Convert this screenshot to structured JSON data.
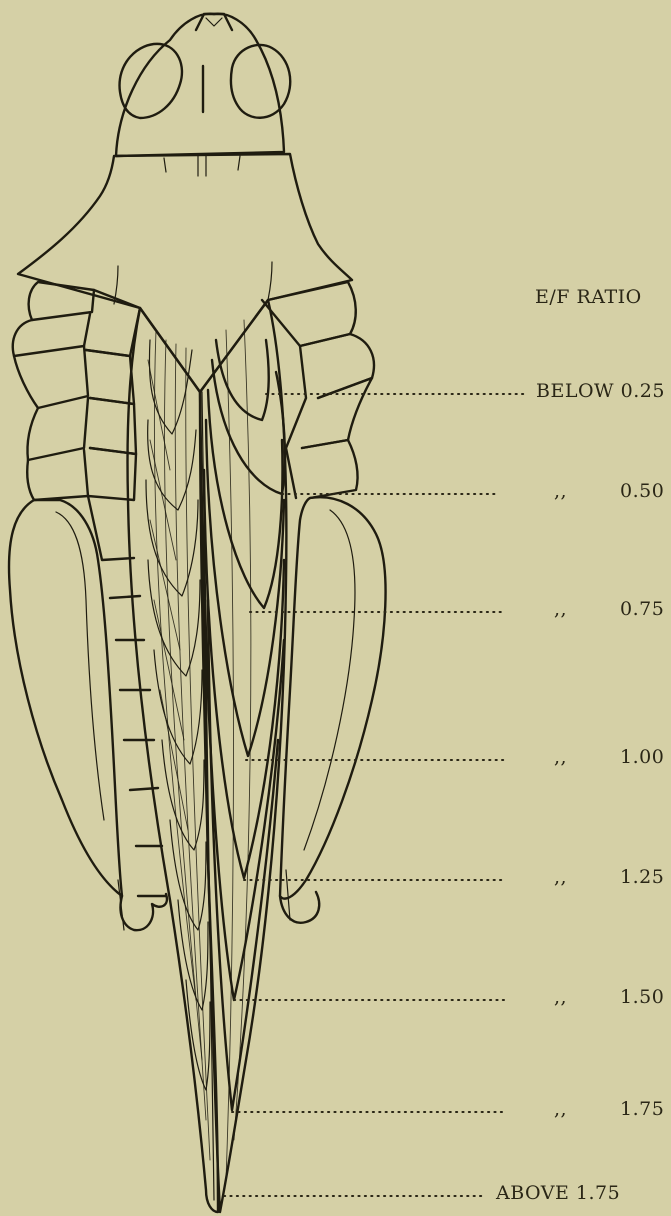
{
  "heading": "E/F RATIO",
  "labels": [
    {
      "prefix": "BELOW",
      "value": "0.25"
    },
    {
      "prefix": ",,",
      "value": "0.50"
    },
    {
      "prefix": ",,",
      "value": "0.75"
    },
    {
      "prefix": ",,",
      "value": "1.00"
    },
    {
      "prefix": ",,",
      "value": "1.25"
    },
    {
      "prefix": ",,",
      "value": "1.50"
    },
    {
      "prefix": ",,",
      "value": "1.75"
    },
    {
      "prefix": "ABOVE",
      "value": "1.75"
    }
  ]
}
